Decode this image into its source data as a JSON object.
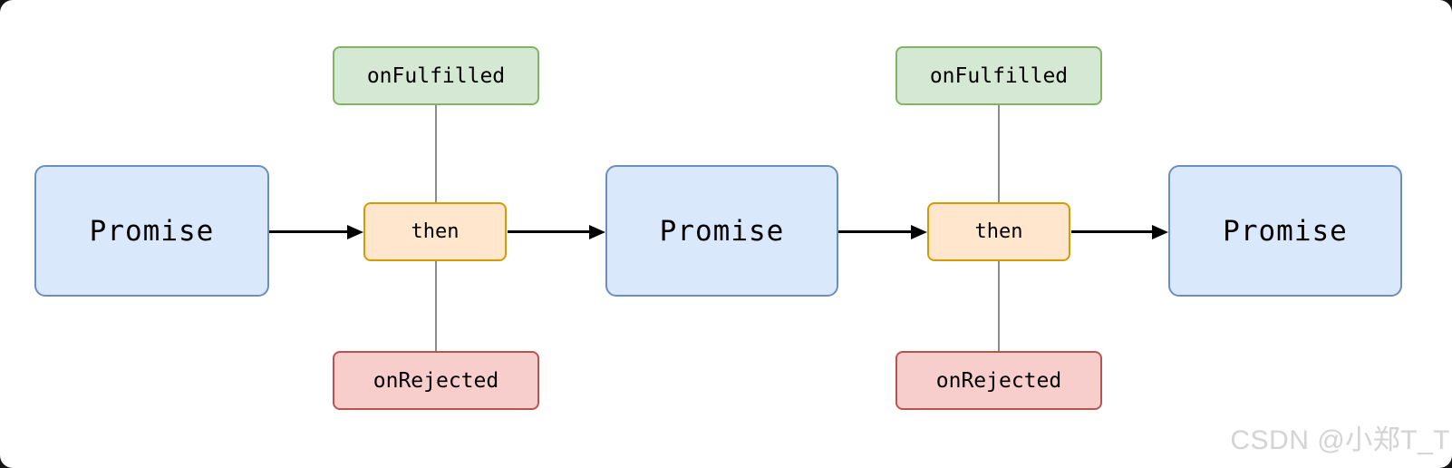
{
  "diagram": {
    "title_hint": "Promise then chaining flow",
    "nodes": [
      {
        "id": "promise-1",
        "kind": "promise",
        "label": "Promise"
      },
      {
        "id": "then-1",
        "kind": "then",
        "label": "then"
      },
      {
        "id": "promise-2",
        "kind": "promise",
        "label": "Promise"
      },
      {
        "id": "then-2",
        "kind": "then",
        "label": "then"
      },
      {
        "id": "promise-3",
        "kind": "promise",
        "label": "Promise"
      },
      {
        "id": "fulfilled-1",
        "kind": "onFulfilled",
        "label": "onFulfilled"
      },
      {
        "id": "rejected-1",
        "kind": "onRejected",
        "label": "onRejected"
      },
      {
        "id": "fulfilled-2",
        "kind": "onFulfilled",
        "label": "onFulfilled"
      },
      {
        "id": "rejected-2",
        "kind": "onRejected",
        "label": "onRejected"
      }
    ],
    "edges": [
      {
        "from": "promise-1",
        "to": "then-1",
        "style": "arrow"
      },
      {
        "from": "then-1",
        "to": "promise-2",
        "style": "arrow"
      },
      {
        "from": "promise-2",
        "to": "then-2",
        "style": "arrow"
      },
      {
        "from": "then-2",
        "to": "promise-3",
        "style": "arrow"
      },
      {
        "from": "fulfilled-1",
        "to": "then-1",
        "style": "line"
      },
      {
        "from": "then-1",
        "to": "rejected-1",
        "style": "line"
      },
      {
        "from": "fulfilled-2",
        "to": "then-2",
        "style": "line"
      },
      {
        "from": "then-2",
        "to": "rejected-2",
        "style": "line"
      }
    ]
  },
  "watermark": {
    "text": "CSDN @小郑T_T"
  },
  "colors": {
    "promise_fill": "#dae8fc",
    "promise_border": "#6c8ebf",
    "then_fill": "#ffe6cc",
    "then_border": "#d79b00",
    "fulfilled_fill": "#d5e8d4",
    "fulfilled_border": "#82b366",
    "rejected_fill": "#f8cecc",
    "rejected_border": "#b85450",
    "arrow": "#000000",
    "connector": "#8c8c8c"
  }
}
